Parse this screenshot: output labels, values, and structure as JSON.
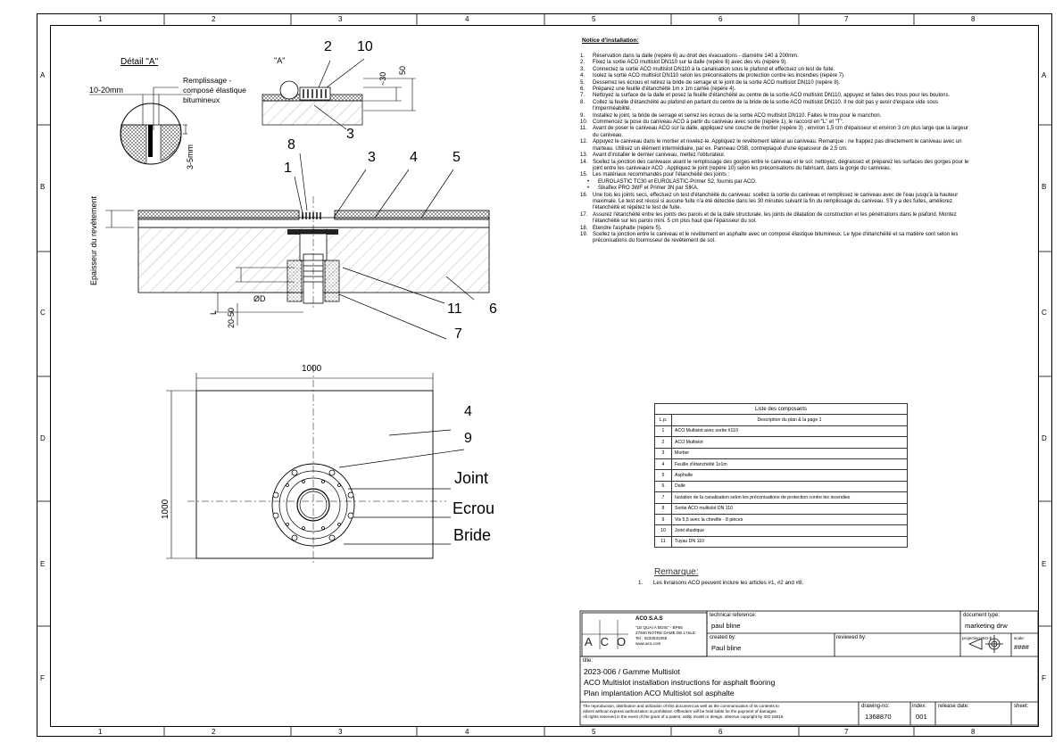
{
  "grid": {
    "columns": [
      "1",
      "2",
      "3",
      "4",
      "5",
      "6",
      "7",
      "8"
    ],
    "rows": [
      "A",
      "B",
      "C",
      "D",
      "E",
      "F"
    ]
  },
  "detail": {
    "title": "Détail \"A\"",
    "fill_label": "Remplissage -\ncomposé élastique\nbitumineux",
    "gap_label": "10-20mm",
    "depth_label": "3-5mm",
    "a_marker": "\"A\"",
    "dim_30": "~30",
    "dim_50": "50",
    "ref_2": "2",
    "ref_10": "10",
    "ref_3": "3"
  },
  "section": {
    "thickness_label": "Epaisseur du revêtement",
    "refs": {
      "r8": "8",
      "r1": "1",
      "r3": "3",
      "r4": "4",
      "r5": "5",
      "r11": "11",
      "r6": "6",
      "r7": "7"
    },
    "dim_L": "L",
    "dim_2050": "20-50",
    "dim_OD": "ØD"
  },
  "plan": {
    "width_label": "1000",
    "height_label": "1000",
    "ref_4": "4",
    "ref_9": "9",
    "joint": "Joint",
    "ecrou": "Ecrou",
    "bride": "Bride"
  },
  "notice": {
    "title": "Notice d'installation:",
    "steps": [
      {
        "n": "1.",
        "t": "Réservation dans la dalle (repère 6) au droit des évacuations - diamètre 140 à 200mm."
      },
      {
        "n": "2.",
        "t": "Fixez la sortie ACO multislot DN110 sur la dalle (repère 8) avec des vis (repère 9)."
      },
      {
        "n": "3.",
        "t": "Connectez la sortie ACO multislot DN110 à la canalisation sous le plafond et effectuez un test de fuite."
      },
      {
        "n": "4.",
        "t": "Isolez la sortie ACO multislot DN110 selon les préconisations de protection contre les incendies (repère 7)."
      },
      {
        "n": "5.",
        "t": "Desserrez les écrous et retirez la bride de serrage et le joint de la sortie ACO multislot DN110 (repère 8)."
      },
      {
        "n": "6.",
        "t": "Préparez une feuille d'étanchéité 1m x 1m carrée (repère 4)."
      },
      {
        "n": "7.",
        "t": "Nettoyez la surface de la dalle et posez la feuille d'étanchéité au centre de la sortie ACO multislot DN110, appuyez et faites des trous pour les boulons."
      },
      {
        "n": "8.",
        "t": "Collez la feuille d'étanchéité au plafond en partant du centre de la bride de la sortie ACO multislot DN110. Il ne doit pas y avoir d'espace vide sous l'imperméabilité."
      },
      {
        "n": "9.",
        "t": "Installez le joint, la bride de serrage et serrez les écrous de la sortie ACO multislot DN110. Faites le trou pour le manchon."
      },
      {
        "n": "10.",
        "t": "Commencez la pose du caniveau ACO à partir du caniveau avec sortie (repère 1), le raccord en \"L\" et \"T\"."
      },
      {
        "n": "11.",
        "t": "Avant de poser le caniveau ACO sur la dalle, appliquez une couche de mortier (repère 3) , environ 1,5 cm d'épaisseur et environ 3 cm plus large que la largeur du caniveau."
      },
      {
        "n": "12.",
        "t": "Appuyez le caniveau dans le mortier et nivelez-le. Appliquez le revêtement latéral au caniveau. Remarque : ne frappez pas directement le caniveau avec un marteau. Utilisez un élément intermédiaire, par ex. Panneau OSB, contreplaqué d'une épaisseur de 2,5 cm."
      },
      {
        "n": "13.",
        "t": "Avant d'installer le dernier caniveau, mettez l'obturateur."
      },
      {
        "n": "14.",
        "t": "Scellez la jonction des caniveaux avant le remplissage des gorges entre le caniveau et le sol: nettoyez, dégraissez et préparez les surfaces des gorges pour le joint entre les caniveaux ACO . Appliquez le joint (repère 10) selon les préconisations du fabricant, dans la gorge du caniveau."
      },
      {
        "n": "15.",
        "t": "Les matériaux recommandés pour l'étanchéité des joints :"
      },
      {
        "n": "•",
        "t": "EUROLASTIC TC30 et EUROLASTIC-Primer S2, fournis par ACO.",
        "b": true
      },
      {
        "n": "•",
        "t": "Sikaflex PRO 3WF et Primer 3N par SIKA.",
        "b": true
      },
      {
        "n": "16.",
        "t": "Une fois les joints secs, effectuez un test d'étanchéité du caniveau: scellez la sortie du caniveau et remplissez le caniveau avec de l'eau jusqu'à la hauteur maximale. Le test est réussi si aucune fuite n'a été détectée dans les 30 minutes suivant la fin du remplissage du caniveau. S'il y a des fuites, améliorez l'étanchéité et répétez le test de fuite."
      },
      {
        "n": "17.",
        "t": "Assurez l'étanchéité entre les joints des parois et de la dalle structurale, les joints de dilatation de construction et les pénétrations dans le plafond. Montez l'étanchéité sur les parois mini. 5 cm plus haut que l'épaisseur du sol."
      },
      {
        "n": "18.",
        "t": "Etendre l'asphalte (repère 5)."
      },
      {
        "n": "19.",
        "t": "Scellez la jonction entre le caniveau et le revêtement en asphalte avec un composé élastique bitumineux. Le type d'étanchéité et sa matière sont selon les préconisations du fournisseur de revêtement de sol."
      }
    ]
  },
  "components": {
    "title": "Liste des composants",
    "col_lp": "L.p.",
    "col_desc": "Description du plan & la page 1",
    "rows": [
      {
        "lp": "1",
        "d": "ACO Multislot avec sortie #110"
      },
      {
        "lp": "2",
        "d": "ACO Multislot"
      },
      {
        "lp": "3",
        "d": "Mortier"
      },
      {
        "lp": "4",
        "d": "Feuille d'étanchéité 1x1m"
      },
      {
        "lp": "5",
        "d": "Asphalte"
      },
      {
        "lp": "6",
        "d": "Dalle"
      },
      {
        "lp": "7",
        "d": "Isolation de la canalisation selon les préconisations de protection contre les incendies"
      },
      {
        "lp": "8",
        "d": "Sortie ACO multislot DN 110"
      },
      {
        "lp": "9",
        "d": "Vis 5,5 avec la cheville - 8 pièces"
      },
      {
        "lp": "10",
        "d": "Joint élastique"
      },
      {
        "lp": "11",
        "d": "Tuyau DN 110"
      }
    ]
  },
  "remark": {
    "title": "Remarque:",
    "n": "1.",
    "text": "Les livraisons ACO peuvent inclure les articles #1, #2 and #8."
  },
  "title_block": {
    "logo": "ACO",
    "company": "ACO S.A.S",
    "address1": "\"LE QUAI A BOIS\" - BP65",
    "address2": "27940 NOTRE DAME DE L'ISLE",
    "tel": "Tel : 0232531055",
    "web": "www.aco.com",
    "tech_ref_label": "technical reference:",
    "tech_ref_value": "paul bline",
    "created_label": "created by:",
    "created_value": "Paul bline",
    "reviewed_label": "reviewed by:",
    "doc_type_label": "document type:",
    "doc_type_value": "marketing drw",
    "projection_label": "projection:ISO-E",
    "scale_label": "scale:",
    "scale_value": "####",
    "title_label": "title:",
    "title_1": "2023-006 / Gamme Multislot",
    "title_2": "ACO Multislot installation instructions for asphalt flooring",
    "title_3": "Plan implantation ACO Multislot sol asphalte",
    "legal_1": "The reproduction, distribution and utilization of this document as well as the communication of its contents to",
    "legal_2": "others without express authorization is prohibited. Offenders will be held liable for the payment of damages.",
    "legal_3": "All rights reserved in the event of the grant of a patent, utility model or design. observe copyright by ISO 16016",
    "drawing_no_label": "drawing-no:",
    "drawing_no_value": "1368870",
    "index_label": "index:",
    "index_value": "001",
    "release_label": "release date:",
    "sheet_label": "sheet:"
  }
}
